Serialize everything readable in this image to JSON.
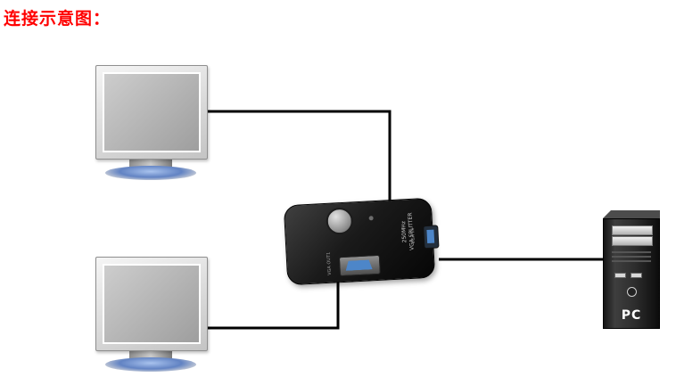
{
  "title": "连接示意图：",
  "splitter": {
    "label_line1": "250MHz",
    "label_line2": "VGA SPLITTER",
    "port_front_label": "VGA OUT1",
    "port_right_label": "VGA IN"
  },
  "pc": {
    "label": "PC"
  },
  "colors": {
    "title": "#ff0000",
    "cable": "#000000",
    "vga_port_blue": "#4d86c9",
    "splitter_body": "#141414",
    "monitor_base_glow": "#6283c3"
  }
}
